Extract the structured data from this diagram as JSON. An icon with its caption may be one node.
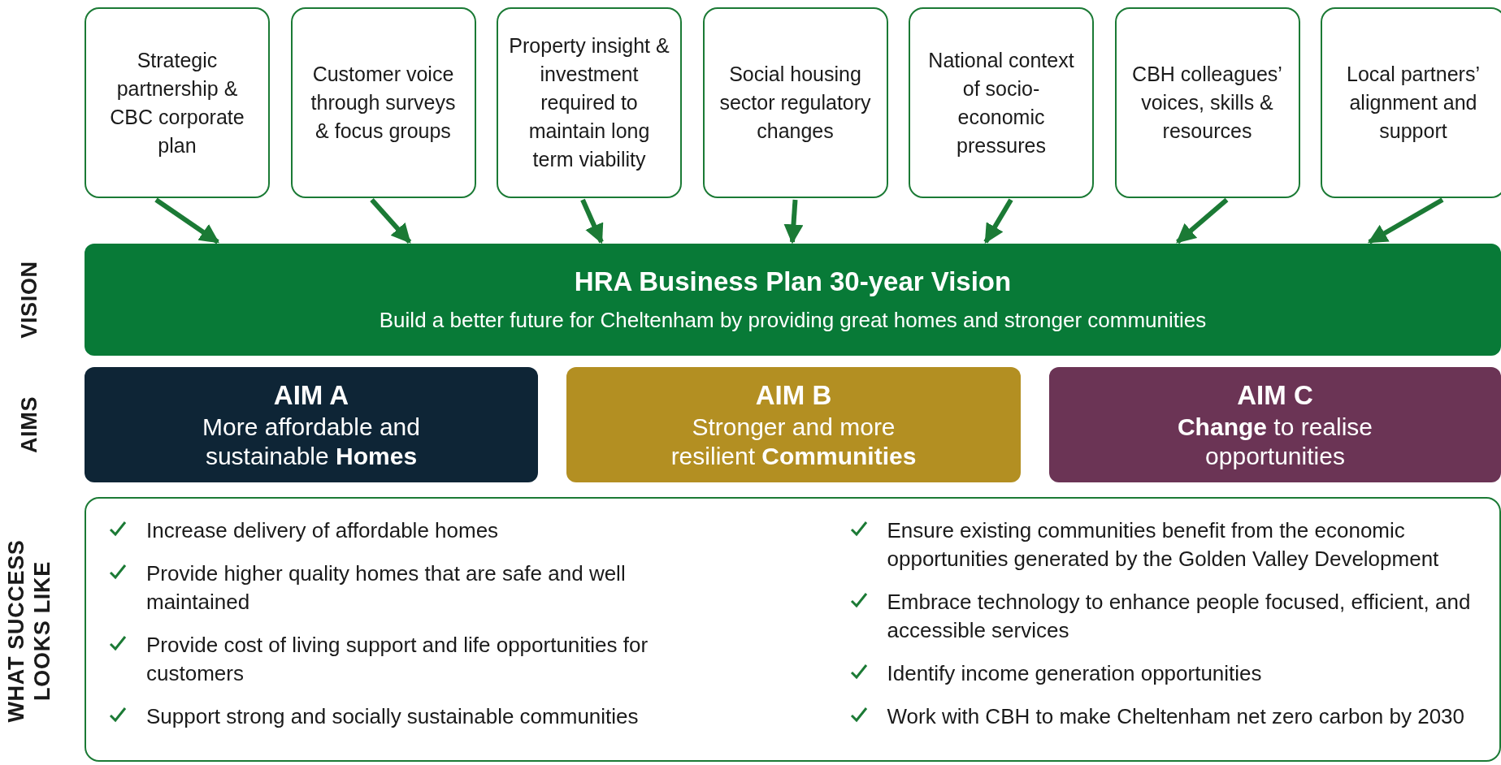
{
  "diagram": {
    "nodes": [
      {
        "text": [
          "Strategic partnership & CBC corporate plan"
        ]
      },
      {
        "text": [
          "Customer voice through surveys & focus groups"
        ]
      },
      {
        "text": [
          "Property insight & investment required to maintain long term viability"
        ]
      },
      {
        "text": [
          "Social housing sector regulatory changes"
        ]
      },
      {
        "text": [
          "National context of socio-economic pressures"
        ]
      },
      {
        "text": [
          "CBH colleagues’ voices, skills & resources"
        ]
      },
      {
        "text": [
          "Local partners’ alignment and support"
        ]
      },
      {
        "text": [
          "HRA Business Plan 30-year Vision",
          "Build a better future for Cheltenham by providing great homes and stronger communities"
        ]
      },
      {
        "text": [
          "AIM A",
          "More affordable and sustainable **Homes**"
        ]
      },
      {
        "text": [
          "AIM B",
          "Stronger and more resilient **Communities**"
        ]
      },
      {
        "text": [
          "AIM C",
          "**Change** to realise opportunities"
        ]
      },
      {
        "text": [
          "Increase delivery of affordable homes",
          "Provide higher quality homes that are safe and well maintained",
          "Provide cost of living support and life opportunities for customers",
          "Support strong and socially sustainable communities",
          "Ensure existing communities benefit from the economic opportunities generated by the Golden Valley Development",
          "Embrace technology to enhance people focused, efficient, and accessible services",
          "Identify income generation opportunities",
          "Work with CBH to make Cheltenham net zero carbon by 2030"
        ]
      }
    ],
    "edges": [
      {
        "from": 0,
        "to": 7,
        "arrow": "to"
      },
      {
        "from": 1,
        "to": 7,
        "arrow": "to"
      },
      {
        "from": 2,
        "to": 7,
        "arrow": "to"
      },
      {
        "from": 3,
        "to": 7,
        "arrow": "to"
      },
      {
        "from": 4,
        "to": 7,
        "arrow": "to"
      },
      {
        "from": 5,
        "to": 7,
        "arrow": "to"
      },
      {
        "from": 6,
        "to": 7,
        "arrow": "to"
      }
    ],
    "labels": [
      "VISION",
      "AIMS",
      "WHAT SUCCESS LOOKS LIKE"
    ]
  }
}
